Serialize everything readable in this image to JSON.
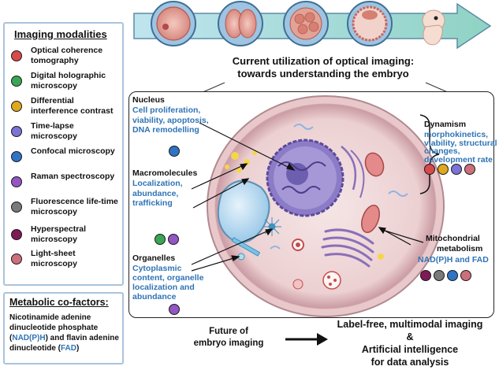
{
  "legend": {
    "title": "Imaging modalities",
    "items": [
      {
        "label": "Optical coherence tomography",
        "color": "#d84a4a"
      },
      {
        "label": "Digital holographic microscopy",
        "color": "#3aa655"
      },
      {
        "label": "Differential interference contrast",
        "color": "#e0a81e"
      },
      {
        "label": "Time-lapse microscopy",
        "color": "#7d72d6"
      },
      {
        "label": "Confocal microscopy",
        "color": "#2f73c4"
      },
      {
        "label": "Raman spectroscopy",
        "color": "#9356c4"
      },
      {
        "label": "Fluorescence life-time microscopy",
        "color": "#7a7a7a"
      },
      {
        "label": "Hyperspectral microscopy",
        "color": "#7e1a55"
      },
      {
        "label": "Light-sheet microscopy",
        "color": "#cc6f7c"
      }
    ]
  },
  "cofactors": {
    "title": "Metabolic co-factors:",
    "line_pre": "Nicotinamide adenine dinucleotide phosphate (",
    "nadph": "NAD(P)H",
    "line_mid": ") and flavin adenine dinucleotide (",
    "fad": "FAD",
    "line_post": ")"
  },
  "header": {
    "line1": "Current utilization of optical imaging:",
    "line2": "towards understanding the embryo"
  },
  "nucleus": {
    "title": "Nucleus",
    "lines": [
      "Cell proliferation,",
      "viability, apoptosis,",
      "DNA remodelling"
    ],
    "dots": [
      "#2f73c4"
    ]
  },
  "macromolecules": {
    "title": "Macromolecules",
    "lines": [
      "Localization,",
      "abundance,",
      "trafficking"
    ],
    "dots": [
      "#3aa655",
      "#9356c4"
    ]
  },
  "organelles": {
    "title": "Organelles",
    "lines": [
      "Cytoplasmic",
      "content, organelle",
      "localization and",
      "abundance"
    ],
    "dots": [
      "#9356c4"
    ]
  },
  "dynamism": {
    "title": "Dynamism",
    "lines": [
      "morphokinetics,",
      "viability, structural",
      "changes,",
      "development rate"
    ],
    "dots": [
      "#d84a4a",
      "#e0a81e",
      "#7d72d6",
      "#cc6f7c"
    ]
  },
  "mito": {
    "title_lines": [
      "Mitochondrial",
      "metabolism"
    ],
    "blue": "NAD(P)H and FAD",
    "dots": [
      "#7e1a55",
      "#7a7a7a",
      "#2f73c4",
      "#cc6f7c"
    ]
  },
  "future": {
    "left_lines": [
      "Future of",
      "embryo imaging"
    ],
    "right_line1": "Label-free, multimodal imaging",
    "right_amp": "&",
    "right_line2": "Artificial intelligence",
    "right_line3": "for data analysis"
  }
}
